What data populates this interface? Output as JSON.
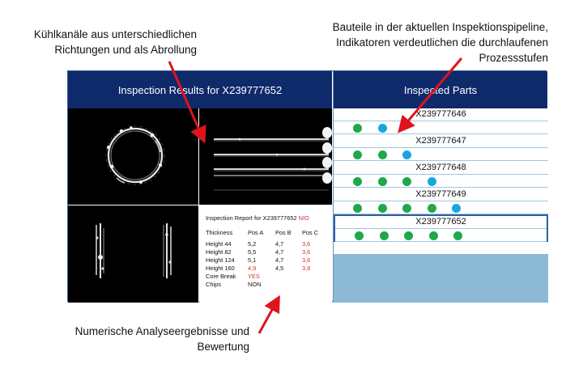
{
  "annotations": {
    "cooling_channels": [
      "Kühlkanäle aus unterschiedlichen",
      "Richtungen und als Abrollung"
    ],
    "pipeline": [
      "Bauteile in der aktuellen Inspektionspipeline,",
      "Indikatoren verdeutlichen die durchlaufenen",
      "Prozessstufen"
    ],
    "numeric": [
      "Numerische Analyseergebnisse und",
      "Bewertung"
    ]
  },
  "inspection": {
    "title": "Inspection Results for X239777652"
  },
  "report": {
    "title": "Inspection Report for X239777652",
    "verdict": "NIO",
    "columns": [
      "Thickness",
      "Pos A",
      "Pos B",
      "Pos C"
    ],
    "rows": [
      {
        "label": "Height 44",
        "pos_a": "5,2",
        "pos_b": "4,7",
        "pos_c": "3,6",
        "pos_c_flag": true
      },
      {
        "label": "Height 82",
        "pos_a": "5,5",
        "pos_b": "4,7",
        "pos_c": "3,6",
        "pos_c_flag": true
      },
      {
        "label": "Height 124",
        "pos_a": "5,1",
        "pos_b": "4,7",
        "pos_c": "3,6",
        "pos_c_flag": true
      },
      {
        "label": "Height 160",
        "pos_a": "4,9",
        "pos_b": "4,5",
        "pos_c": "3,8",
        "pos_a_flag": true,
        "pos_c_flag": true
      }
    ],
    "core_break": {
      "label": "Core Break",
      "value": "YES"
    },
    "chips": {
      "label": "Chips",
      "value": "NON"
    }
  },
  "inspected_parts": {
    "title": "Inspected Parts",
    "parts": [
      {
        "id": "X239777646",
        "stages": [
          "green",
          "blue"
        ]
      },
      {
        "id": "X239777647",
        "stages": [
          "green",
          "green",
          "blue"
        ]
      },
      {
        "id": "X239777648",
        "stages": [
          "green",
          "green",
          "green",
          "blue"
        ]
      },
      {
        "id": "X239777649",
        "stages": [
          "green",
          "green",
          "green",
          "green",
          "blue"
        ]
      },
      {
        "id": "X239777652",
        "stages": [
          "green",
          "green",
          "green",
          "green",
          "green"
        ],
        "selected": true
      }
    ]
  },
  "colors": {
    "header_bg": "#0f2a6b",
    "stage_done": "#1fa84a",
    "stage_current": "#19a6e0",
    "flag_red": "#d0302a",
    "arrow": "#e0141b",
    "empty_area": "#8cb9d4"
  },
  "icons": {
    "arrow": "red-arrow-icon",
    "stage_indicator": "stage-dot-icon"
  }
}
